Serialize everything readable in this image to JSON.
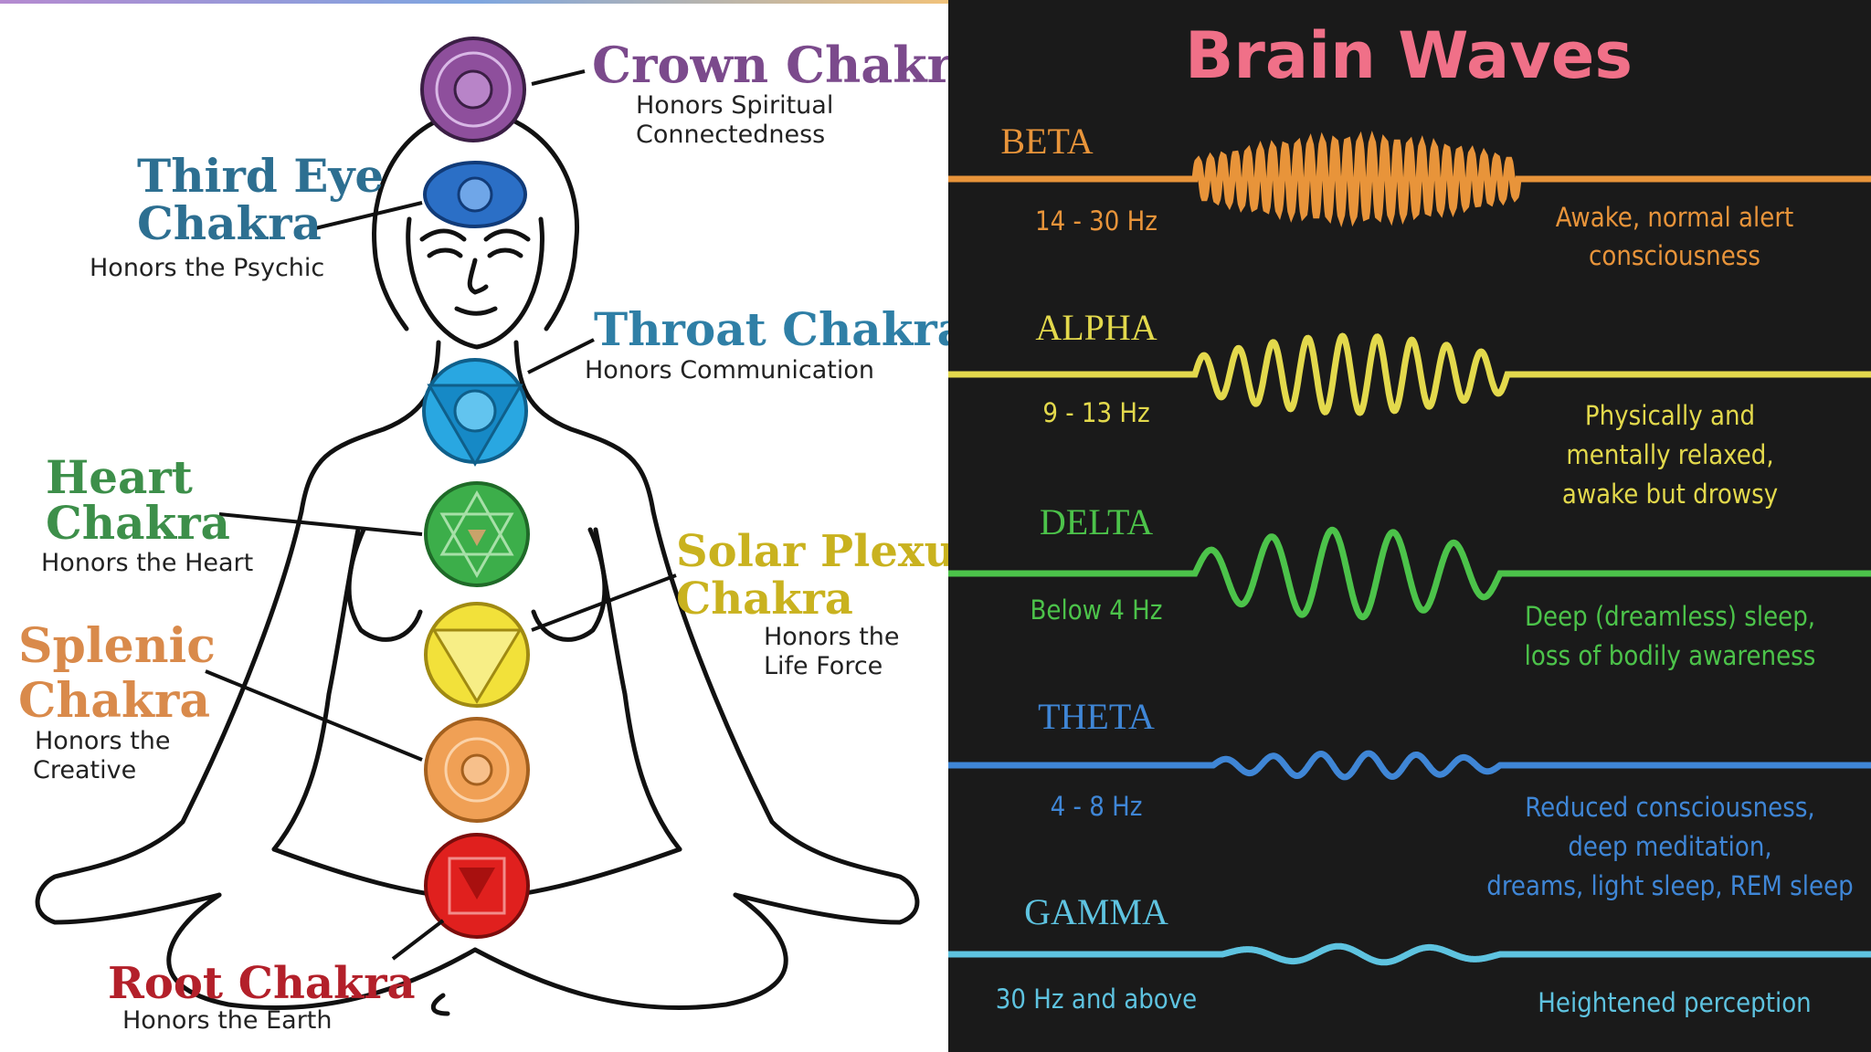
{
  "chakra_diagram": {
    "chakras": [
      {
        "id": "crown",
        "name_lines": [
          "Crown Chakra"
        ],
        "desc_lines": [
          "Honors Spiritual",
          "Connectedness"
        ],
        "color": "#8e4f9c",
        "name_color": "#7b4a8c"
      },
      {
        "id": "third-eye",
        "name_lines": [
          "Third Eye",
          "Chakra"
        ],
        "desc_lines": [
          "Honors the Psychic"
        ],
        "color": "#2b6fc6",
        "name_color": "#2d6f91"
      },
      {
        "id": "throat",
        "name_lines": [
          "Throat Chakra"
        ],
        "desc_lines": [
          "Honors Communication"
        ],
        "color": "#29a7e1",
        "name_color": "#2f7fa6"
      },
      {
        "id": "heart",
        "name_lines": [
          "Heart",
          "Chakra"
        ],
        "desc_lines": [
          "Honors the Heart"
        ],
        "color": "#3cae4a",
        "name_color": "#3d8f4a"
      },
      {
        "id": "solar-plexus",
        "name_lines": [
          "Solar Plexus",
          "Chakra"
        ],
        "desc_lines": [
          "Honors the",
          "Life Force"
        ],
        "color": "#f2e13a",
        "name_color": "#c9b21f"
      },
      {
        "id": "splenic",
        "name_lines": [
          "Splenic",
          "Chakra"
        ],
        "desc_lines": [
          "Honors the",
          "Creative"
        ],
        "color": "#f0a055",
        "name_color": "#d98a4b"
      },
      {
        "id": "root",
        "name_lines": [
          "Root Chakra"
        ],
        "desc_lines": [
          "Honors the Earth"
        ],
        "color": "#e0201e",
        "name_color": "#b3202a"
      }
    ]
  },
  "brain_waves": {
    "title": "Brain Waves",
    "title_color": "#f07088",
    "waves": [
      {
        "id": "beta",
        "name": "BETA",
        "freq": "14 - 30 Hz",
        "desc_lines": [
          "Awake, normal alert",
          "consciousness"
        ],
        "color": "#e8943a"
      },
      {
        "id": "alpha",
        "name": "ALPHA",
        "freq": "9 - 13 Hz",
        "desc_lines": [
          "Physically and",
          "mentally relaxed,",
          "awake but drowsy"
        ],
        "color": "#e3d94c"
      },
      {
        "id": "delta",
        "name": "DELTA",
        "freq": "Below 4 Hz",
        "desc_lines": [
          "Deep (dreamless) sleep,",
          "loss of bodily awareness"
        ],
        "color": "#4cc34a"
      },
      {
        "id": "theta",
        "name": "THETA",
        "freq": "4 - 8 Hz",
        "desc_lines": [
          "Reduced consciousness,",
          "deep meditation,",
          "dreams, light sleep, REM sleep"
        ],
        "color": "#3f86d6"
      },
      {
        "id": "gamma",
        "name": "GAMMA",
        "freq": "30 Hz and above",
        "desc_lines": [
          "Heightened perception"
        ],
        "color": "#5ec3e0"
      }
    ]
  }
}
